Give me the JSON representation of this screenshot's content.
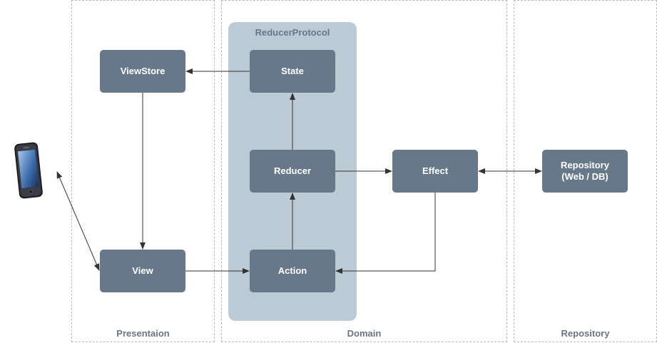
{
  "layers": {
    "presentation": "Presentaion",
    "domain": "Domain",
    "repository": "Repository"
  },
  "protocol_label": "ReducerProtocol",
  "nodes": {
    "viewstore": "ViewStore",
    "view": "View",
    "state": "State",
    "reducer": "Reducer",
    "action": "Action",
    "effect": "Effect",
    "repository": "Repository\n(Web / DB)"
  },
  "icons": {
    "device": "smartphone-icon"
  },
  "colors": {
    "node_fill": "#66788a",
    "node_text": "#ffffff",
    "protocol_fill": "#bccad5",
    "label_text": "#6a7686",
    "arrow": "#333333"
  }
}
